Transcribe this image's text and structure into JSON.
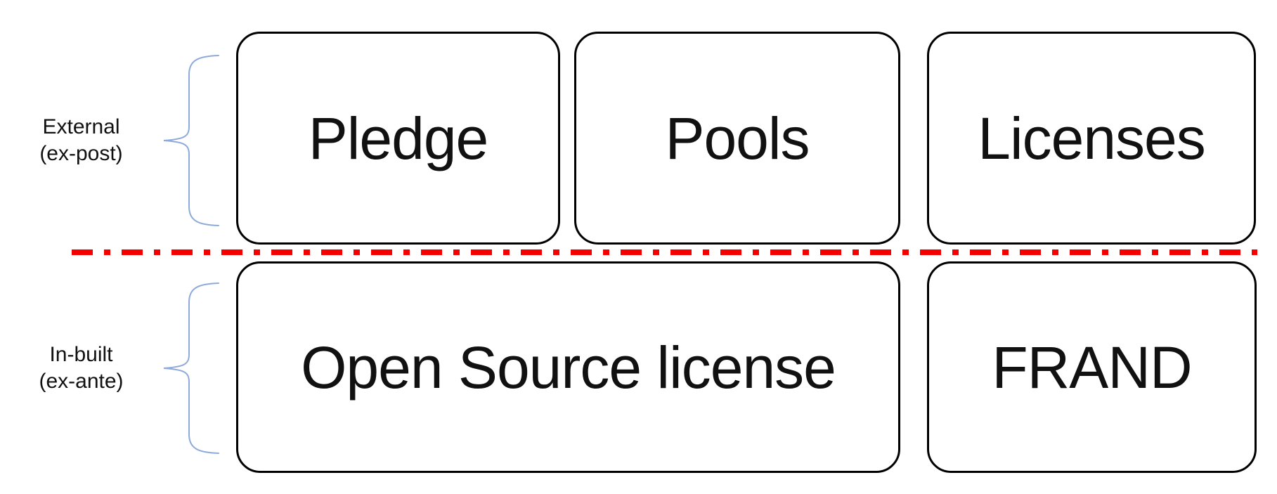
{
  "diagram": {
    "rows": [
      {
        "group_label": {
          "line1": "External",
          "line2": "(ex-post)"
        },
        "boxes": [
          {
            "label": "Pledge"
          },
          {
            "label": "Pools"
          },
          {
            "label": "Licenses"
          }
        ]
      },
      {
        "group_label": {
          "line1": "In-built",
          "line2": "(ex-ante)"
        },
        "boxes": [
          {
            "label": "Open Source license"
          },
          {
            "label": "FRAND"
          }
        ]
      }
    ],
    "colors": {
      "divider": "#F50000",
      "brace": "#8EAADB",
      "box_border": "#000000",
      "text": "#111111"
    }
  }
}
